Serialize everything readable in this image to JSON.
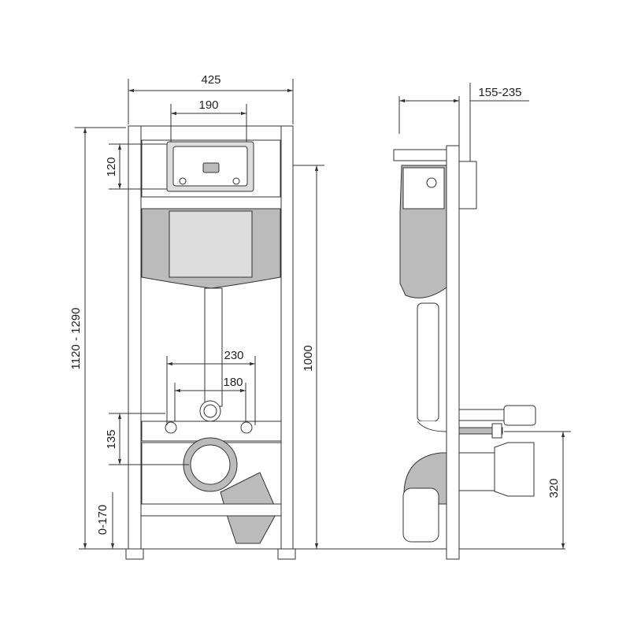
{
  "title": "Wall-hung WC installation frame dimensions",
  "front_view": {
    "width_label": "425",
    "plate_width_label": "190",
    "plate_height_label": "120",
    "frame_height_label": "1120 - 1290",
    "bolt_outer_label": "230",
    "bolt_inner_label": "180",
    "bolt_to_outlet_label": "135",
    "foot_adjust_label": "0-170",
    "support_height_label": "1000"
  },
  "side_view": {
    "depth_label": "155-235",
    "outlet_height_label": "320"
  }
}
